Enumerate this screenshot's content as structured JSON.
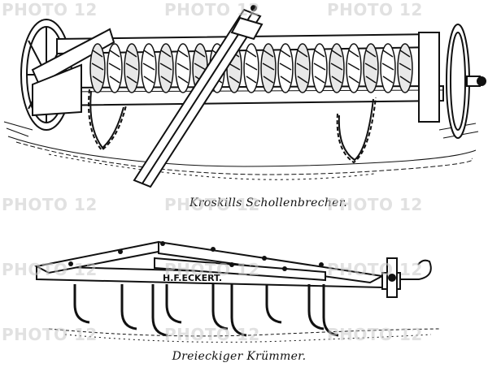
{
  "figures": [
    {
      "caption": "Kroskills Schollenbrecher."
    },
    {
      "caption": "Dreieckiger Krümmer.",
      "plate_text": "H.F.ECKERT."
    }
  ],
  "watermark": {
    "text": "PHOTO 12"
  },
  "colors": {
    "ink": "#111111",
    "ground": "#ffffff",
    "watermark": "#c8c8c8"
  }
}
